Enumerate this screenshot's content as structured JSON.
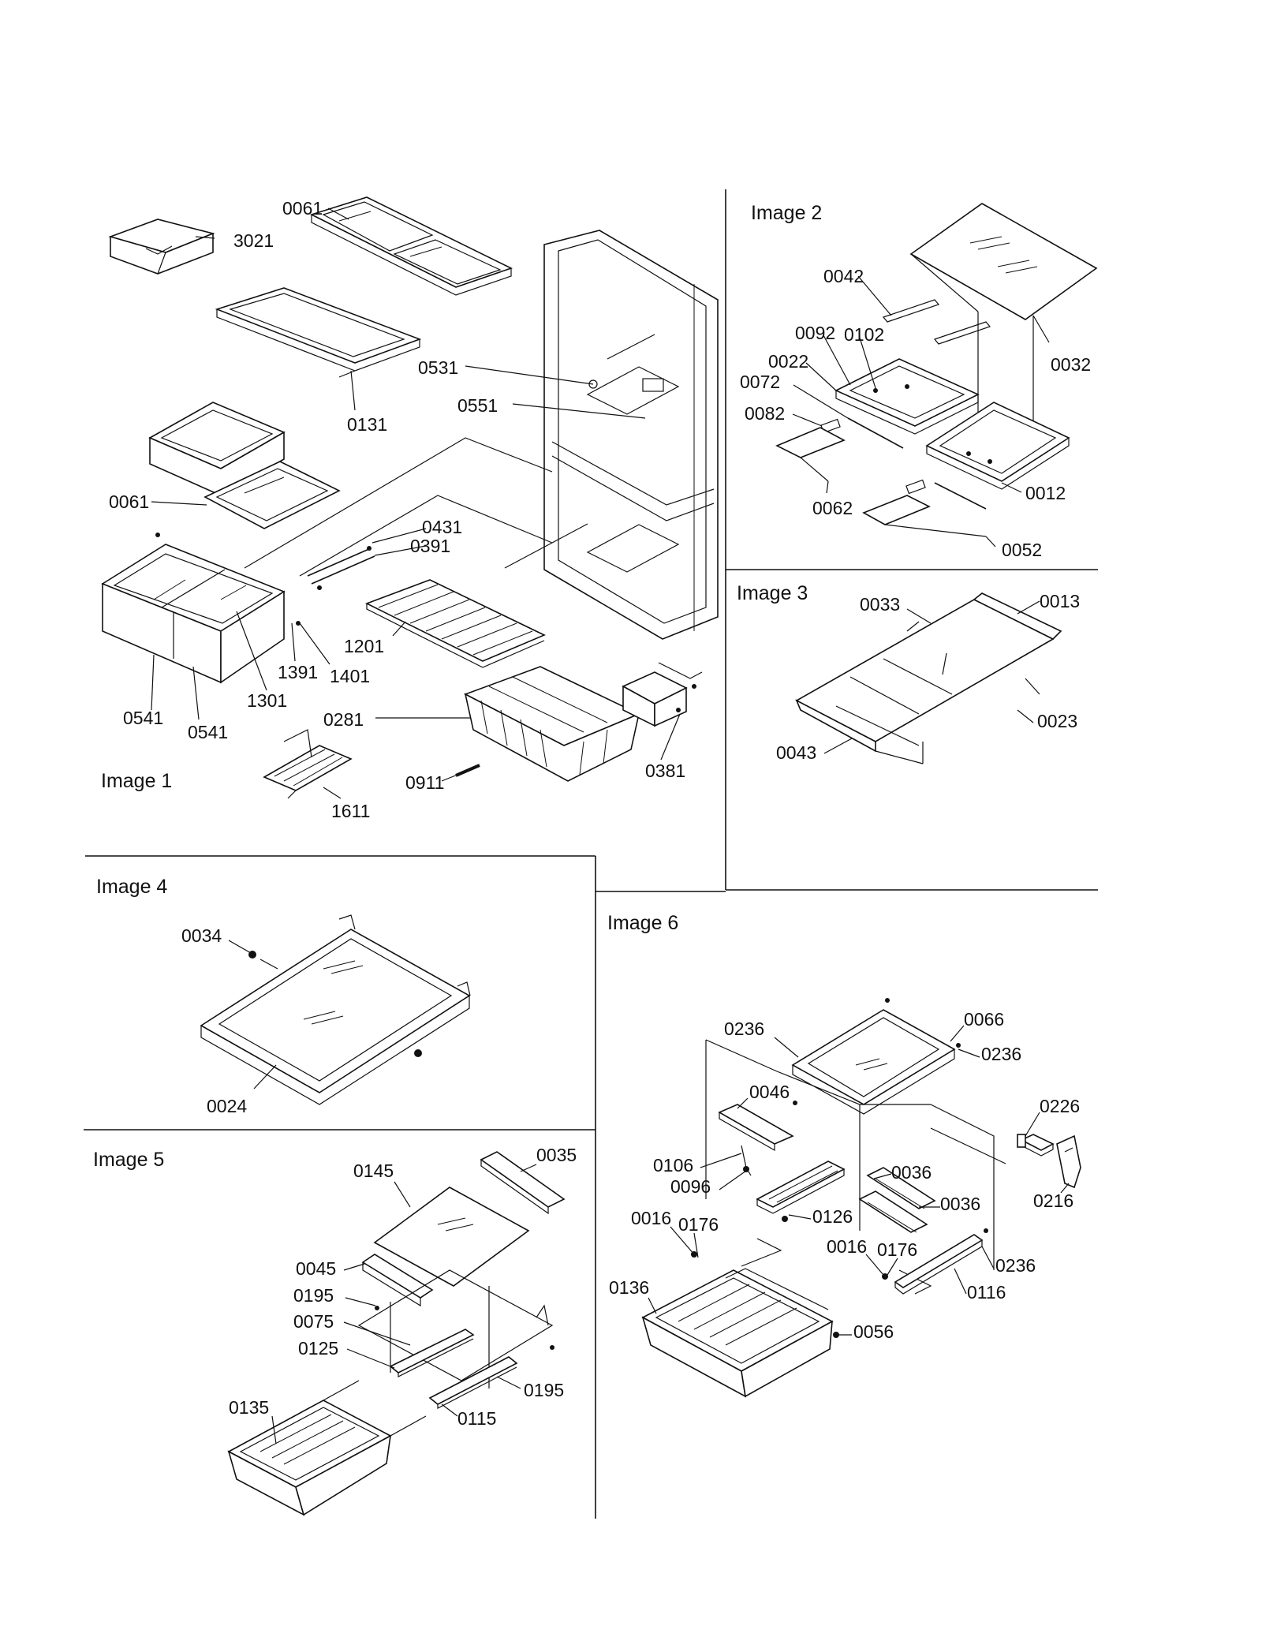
{
  "panels": {
    "image1": {
      "title": "Image 1",
      "parts": [
        "3021",
        "0061",
        "0131",
        "0531",
        "0551",
        "0061",
        "0431",
        "0391",
        "1201",
        "1391",
        "1401",
        "1301",
        "0541",
        "0541",
        "0281",
        "0381",
        "0911",
        "1611"
      ]
    },
    "image2": {
      "title": "Image 2",
      "parts": [
        "0042",
        "0032",
        "0092",
        "0102",
        "0022",
        "0072",
        "0082",
        "0012",
        "0062",
        "0052"
      ]
    },
    "image3": {
      "title": "Image 3",
      "parts": [
        "0033",
        "0013",
        "0023",
        "0043"
      ]
    },
    "image4": {
      "title": "Image 4",
      "parts": [
        "0034",
        "0024"
      ]
    },
    "image5": {
      "title": "Image 5",
      "parts": [
        "0145",
        "0035",
        "0045",
        "0195",
        "0075",
        "0125",
        "0195",
        "0115",
        "0135"
      ]
    },
    "image6": {
      "title": "Image 6",
      "parts": [
        "0236",
        "0066",
        "0236",
        "0046",
        "0226",
        "0106",
        "0036",
        "0096",
        "0036",
        "0216",
        "0016",
        "0176",
        "0126",
        "0016",
        "0176",
        "0236",
        "0116",
        "0136",
        "0056"
      ]
    }
  }
}
